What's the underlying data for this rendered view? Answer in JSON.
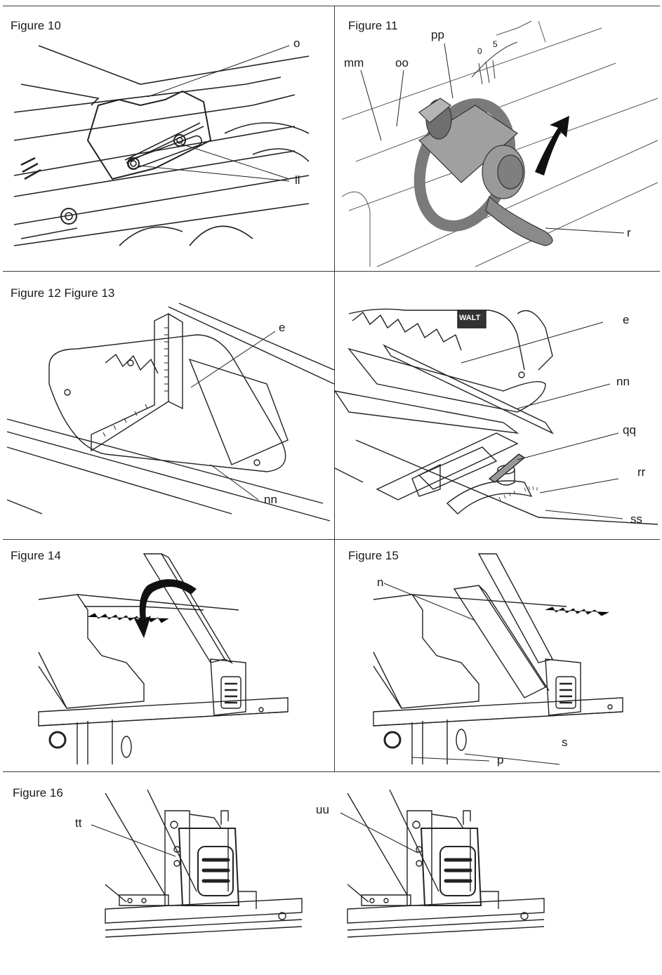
{
  "figures": {
    "fig10": {
      "caption": "Figure 10",
      "labels": {
        "o": "o",
        "ll": "ll"
      }
    },
    "fig11": {
      "caption": "Figure 11",
      "labels": {
        "mm": "mm",
        "oo": "oo",
        "pp": "pp",
        "r": "r",
        "scale0": "0",
        "scale5": "5"
      }
    },
    "fig12_13": {
      "caption": "Figure 12 Figure 13",
      "labels": {
        "e_left": "e",
        "nn_left": "nn",
        "e_right": "e",
        "nn_right": "nn",
        "qq": "qq",
        "rr": "rr",
        "ss": "ss"
      }
    },
    "fig14": {
      "caption": "Figure 14"
    },
    "fig15": {
      "caption": "Figure 15",
      "labels": {
        "n": "n",
        "s": "s",
        "p": "p"
      }
    },
    "fig16": {
      "caption": "Figure 16",
      "labels": {
        "tt": "tt",
        "uu": "uu"
      }
    }
  },
  "brand_mark": "WALT"
}
